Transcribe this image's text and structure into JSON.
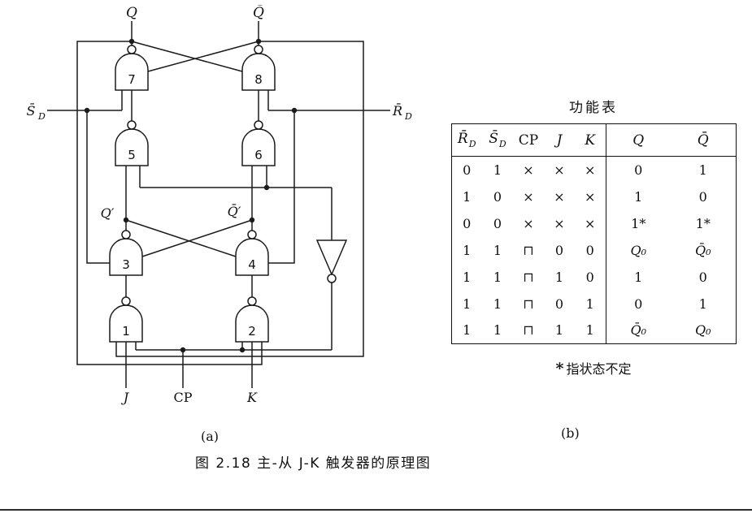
{
  "figure": {
    "caption": "图 2.18  主-从 J-K 触发器的原理图",
    "part_a_label": "(a)",
    "part_b_label": "(b)"
  },
  "circuit": {
    "gates": {
      "g1": "1",
      "g2": "2",
      "g3": "3",
      "g4": "4",
      "g5": "5",
      "g6": "6",
      "g7": "7",
      "g8": "8"
    },
    "labels": {
      "q": "Q",
      "qbar": "Q̄",
      "sd_base": "S̄",
      "sd_sub": "D",
      "rd_base": "R̄",
      "rd_sub": "D",
      "q_prime": "Q′",
      "qbar_prime": "Q̄′",
      "j": "J",
      "cp": "CP",
      "k": "K"
    }
  },
  "table": {
    "title": "功能表",
    "headers": [
      {
        "base": "R̄",
        "sub": "D"
      },
      {
        "base": "S̄",
        "sub": "D"
      },
      {
        "base": "CP",
        "sub": ""
      },
      {
        "base": "J",
        "sub": ""
      },
      {
        "base": "K",
        "sub": ""
      },
      {
        "base": "Q",
        "sub": ""
      },
      {
        "base": "Q̄",
        "sub": ""
      }
    ],
    "rows": [
      [
        "0",
        "1",
        "×",
        "×",
        "×",
        "0",
        "1"
      ],
      [
        "1",
        "0",
        "×",
        "×",
        "×",
        "1",
        "0"
      ],
      [
        "0",
        "0",
        "×",
        "×",
        "×",
        "1*",
        "1*"
      ],
      [
        "1",
        "1",
        "⊓",
        "0",
        "0",
        "Q₀",
        "Q̄₀"
      ],
      [
        "1",
        "1",
        "⊓",
        "1",
        "0",
        "1",
        "0"
      ],
      [
        "1",
        "1",
        "⊓",
        "0",
        "1",
        "0",
        "1"
      ],
      [
        "1",
        "1",
        "⊓",
        "1",
        "1",
        "Q̄₀",
        "Q₀"
      ]
    ],
    "footnote_star": "*",
    "footnote_text": "指状态不定"
  }
}
